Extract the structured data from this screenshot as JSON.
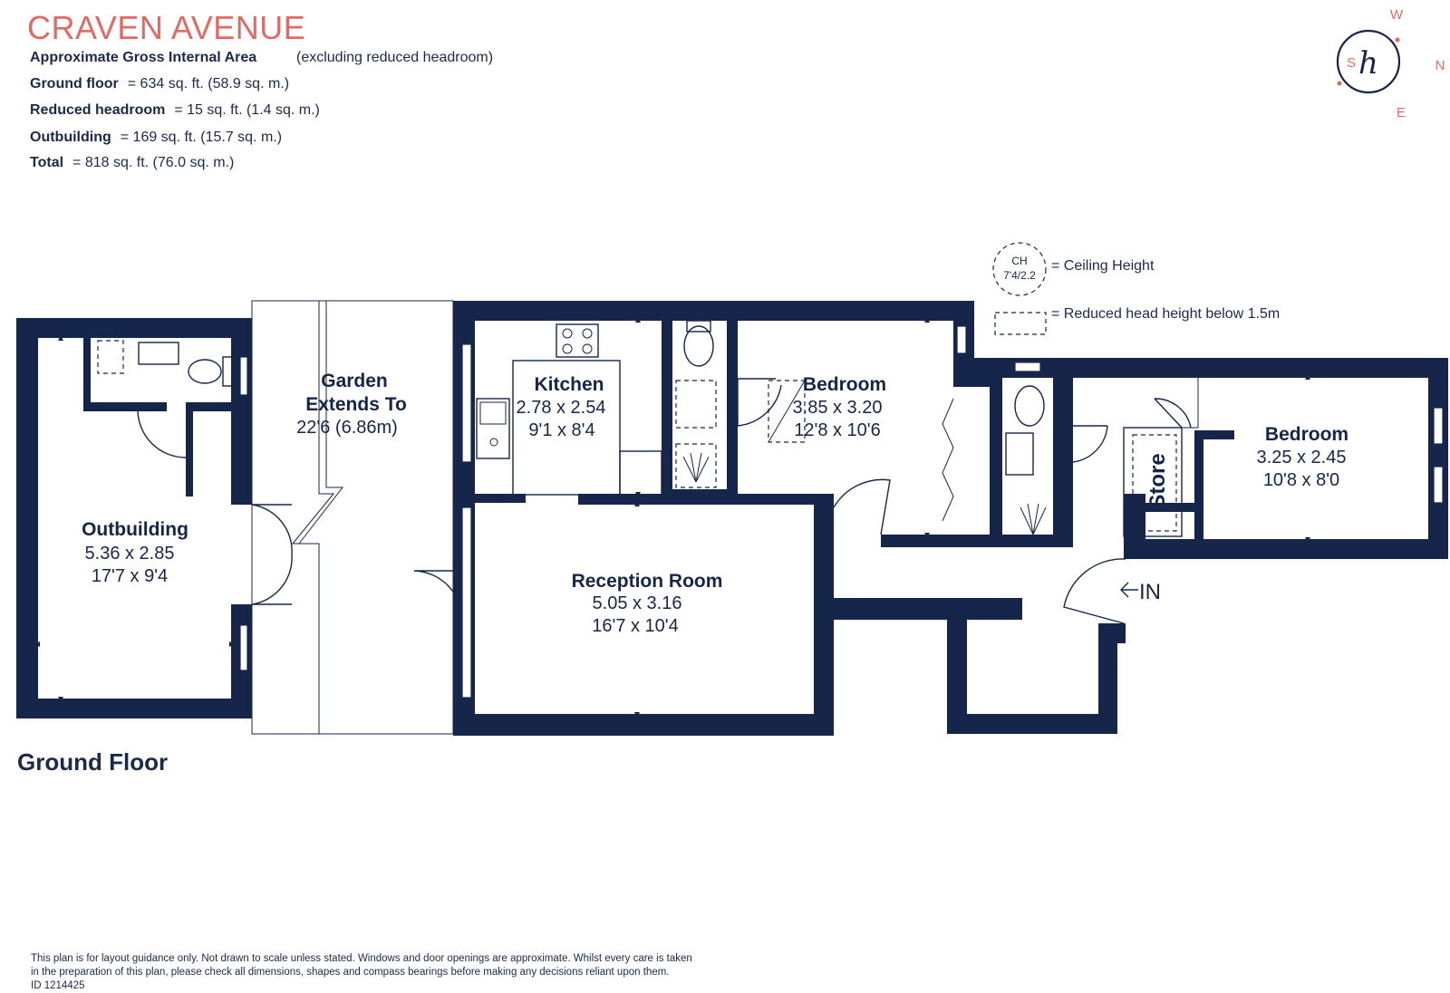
{
  "title": "CRAVEN AVENUE",
  "area_summary": {
    "heading": "Approximate Gross Internal Area",
    "note": "(excluding reduced headroom)",
    "rows": [
      {
        "label": "Ground floor",
        "value": "= 634 sq. ft. (58.9 sq. m.)"
      },
      {
        "label": "Reduced headroom",
        "value": "= 15 sq. ft. (1.4 sq. m.)"
      },
      {
        "label": "Outbuilding",
        "value": "= 169 sq. ft. (15.7 sq. m.)"
      },
      {
        "label": "Total",
        "value": "= 818 sq. ft. (76.0 sq. m.)"
      }
    ]
  },
  "compass": {
    "n": "N",
    "s": "S",
    "e": "E",
    "w": "W",
    "logo": "h"
  },
  "legend": {
    "ch_label": "CH",
    "ch_value": "7'4/2.2",
    "ceiling_text": "= Ceiling Height",
    "reduced_text": "= Reduced head height below 1.5m"
  },
  "rooms": {
    "garden": {
      "name1": "Garden",
      "name2": "Extends To",
      "dim": "22'6 (6.86m)"
    },
    "outbuilding": {
      "name": "Outbuilding",
      "metric": "5.36 x 2.85",
      "imperial": "17'7 x 9'4"
    },
    "kitchen": {
      "name": "Kitchen",
      "metric": "2.78 x 2.54",
      "imperial": "9'1 x 8'4"
    },
    "reception": {
      "name": "Reception Room",
      "metric": "5.05 x 3.16",
      "imperial": "16'7 x 10'4"
    },
    "bedroom1": {
      "name": "Bedroom",
      "metric": "3.85 x 3.20",
      "imperial": "12'8 x 10'6"
    },
    "bedroom2": {
      "name": "Bedroom",
      "metric": "3.25 x 2.45",
      "imperial": "10'8 x 8'0"
    },
    "store": {
      "name": "Store"
    },
    "entrance": {
      "label": "IN"
    }
  },
  "floor_label": "Ground Floor",
  "disclaimer": {
    "line1": "This plan is for layout guidance only. Not drawn to scale unless stated. Windows and door openings are approximate. Whilst every care is taken",
    "line2": "in the preparation of this plan, please check all dimensions, shapes and compass bearings before making any decisions reliant upon them.",
    "id": "ID 1214425"
  },
  "colors": {
    "wall": "#15264a",
    "title": "#e26a64",
    "compass": "#e26a64"
  }
}
